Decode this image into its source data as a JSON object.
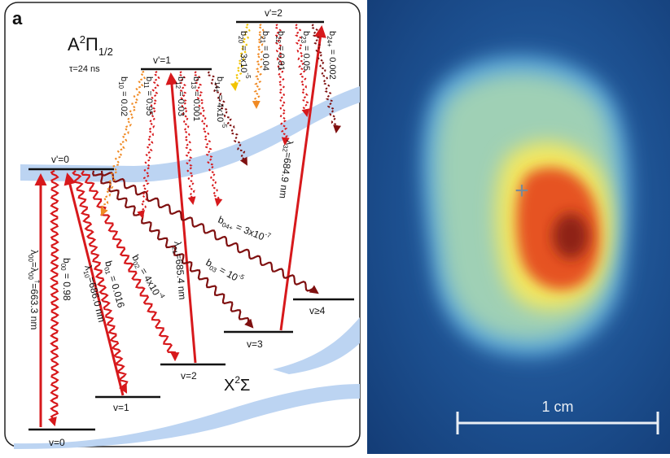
{
  "panel_label": "a",
  "excited_state": {
    "term": "A",
    "sup": "2",
    "sym": "Π",
    "sub": "1/2",
    "lifetime": "τ=24 ns"
  },
  "ground_state": {
    "term": "X",
    "sup": "2",
    "sym": "Σ"
  },
  "excited_levels": [
    "v'=0",
    "v'=1",
    "v'=2"
  ],
  "ground_levels": [
    "v=0",
    "v=1",
    "v=2",
    "v=3",
    "v≥4"
  ],
  "lasers": [
    {
      "label": "λ",
      "sub": "00",
      "rest": "=λ",
      "sub2": "00",
      "sup2": "†",
      "rest2": "=663.3 nm"
    },
    {
      "label": "λ",
      "sub": "10",
      "rest": "=686.0 nm"
    },
    {
      "label": "λ",
      "sub": "21",
      "rest": "=685.4 nm"
    },
    {
      "label": "λ",
      "sub": "32",
      "rest": "=684.9 nm"
    }
  ],
  "branching_ratios": {
    "b00": {
      "sub": "00",
      "value": " = 0.98"
    },
    "b01": {
      "sub": "01",
      "value": " = 0.016"
    },
    "b02": {
      "sub": "02",
      "value": " = 4x10",
      "exp": "-4"
    },
    "b03": {
      "sub": "03",
      "value": " = 10",
      "exp": "-5"
    },
    "b04p": {
      "sub": "04+",
      "value": " = 3x10",
      "exp": "-7"
    },
    "b10": {
      "sub": "10",
      "value": " = 0.02"
    },
    "b11": {
      "sub": "11",
      "value": " = 0.95"
    },
    "b12": {
      "sub": "12",
      "value": " = 0.03"
    },
    "b13": {
      "sub": "13",
      "value": " = 0.001"
    },
    "b14p": {
      "sub": "14+",
      "value": " = 4x10",
      "exp": "-5"
    },
    "b20": {
      "sub": "20",
      "value": " = 3x10",
      "exp": "-5"
    },
    "b21": {
      "sub": "21",
      "value": " = 0.04"
    },
    "b22": {
      "sub": "22",
      "value": " = 0.91"
    },
    "b23": {
      "sub": "23",
      "value": " = 0.05"
    },
    "b24p": {
      "sub": "24+",
      "value": " = 0.002"
    }
  },
  "image_panel": {
    "scale_label": "1 cm",
    "marker": "+"
  },
  "colors": {
    "laser": "#d7191c",
    "decay_dark": "#7f1010",
    "decay_orange": "#f08a24",
    "decay_yellow": "#f2c400",
    "band": "#bcd4f2"
  }
}
